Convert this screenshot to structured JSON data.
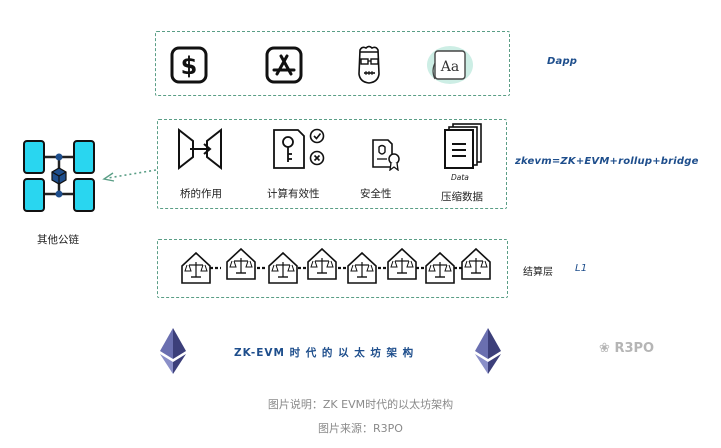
{
  "layers": {
    "dapp": {
      "label": "Dapp"
    },
    "zkevm": {
      "label": "zkevm=ZK+EVM+rollup+bridge",
      "items": [
        {
          "caption": "桥的作用",
          "icon": "bridge-gate-icon"
        },
        {
          "caption": "计算有效性",
          "icon": "key-check-icon"
        },
        {
          "caption": "安全性",
          "icon": "secure-document-icon"
        },
        {
          "caption": "压缩数据",
          "icon": "data-stack-icon",
          "badge": "Data"
        }
      ]
    },
    "settlement": {
      "label": "结算层",
      "sub_label": "L1"
    }
  },
  "public_chains": {
    "label": "其他公链"
  },
  "era": {
    "title": "ZK-EVM 时 代 的 以 太 坊 架 构"
  },
  "watermark": "R3PO",
  "captions": {
    "note": "图片说明：ZK EVM时代的以太坊架构",
    "source": "图片来源：R3PO"
  },
  "colors": {
    "dashed_border": "#5a9e86",
    "label_blue": "#1e4e8c",
    "phone_cyan": "#29d6f0",
    "eth_purple": "#6a6fb0"
  }
}
